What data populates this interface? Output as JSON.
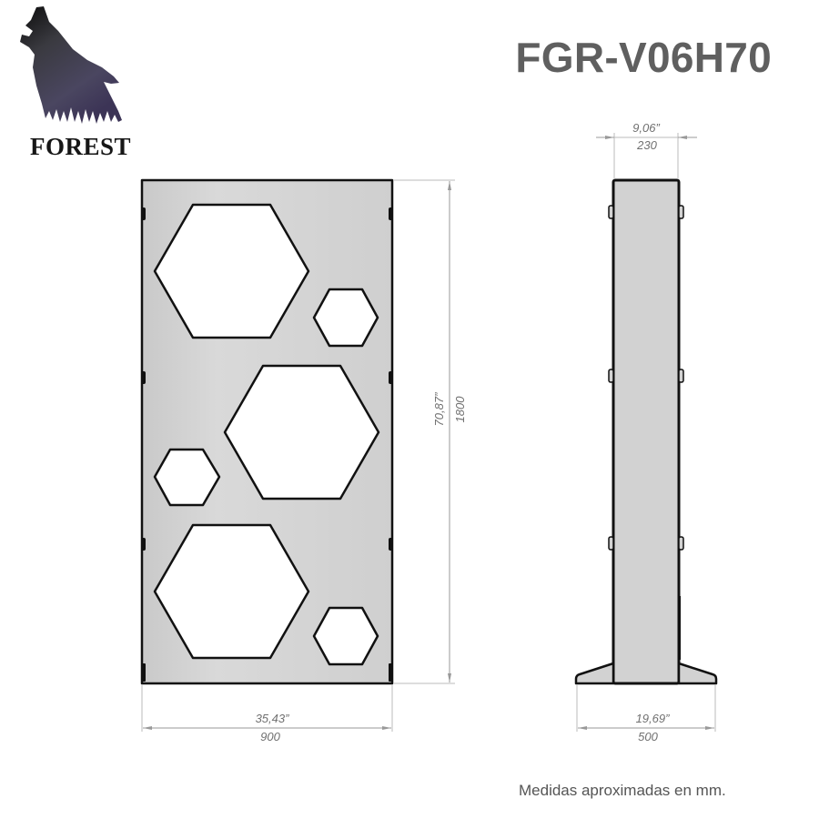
{
  "brand": {
    "logo_icon": "howling-wolf-forest-icon",
    "name": "FOREST"
  },
  "title": "FGR-V06H70",
  "front_view": {
    "width_in": "35,43”",
    "width_mm": "900",
    "height_in": "70,87”",
    "height_mm": "1800",
    "panel_color": "#d2d2d2",
    "outline_color": "#111111",
    "cutouts": [
      {
        "shape": "hexagon",
        "size": "large",
        "position": "top-left"
      },
      {
        "shape": "hexagon",
        "size": "small",
        "position": "top-right"
      },
      {
        "shape": "hexagon",
        "size": "large",
        "position": "middle-right"
      },
      {
        "shape": "hexagon",
        "size": "small",
        "position": "middle-left"
      },
      {
        "shape": "hexagon",
        "size": "large",
        "position": "bottom-left"
      },
      {
        "shape": "hexagon",
        "size": "small",
        "position": "bottom-right"
      }
    ]
  },
  "side_view": {
    "depth_in": "9,06”",
    "depth_mm": "230",
    "base_in": "19,69”",
    "base_mm": "500"
  },
  "footnote": "Medidas aproximadas en mm."
}
